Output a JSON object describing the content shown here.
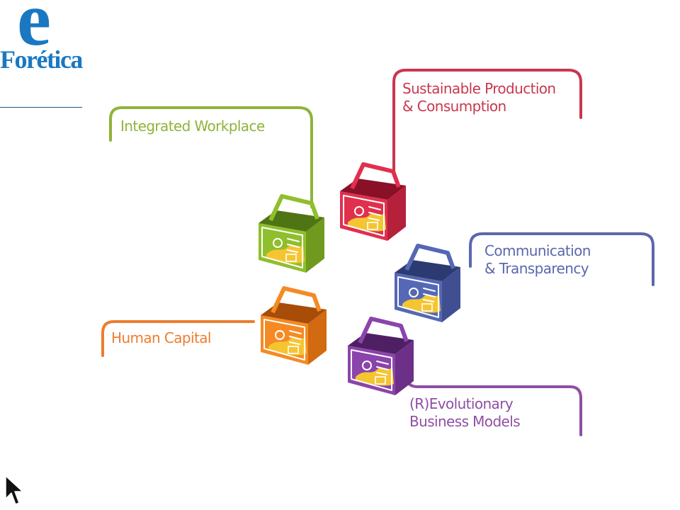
{
  "logo": {
    "letter": "e",
    "word": "Forética"
  },
  "categories": [
    {
      "key": "integrated-workplace",
      "label_lines": [
        "Integrated Workplace"
      ],
      "color": "#8fb339"
    },
    {
      "key": "sustainable-production",
      "label_lines": [
        "Sustainable Production",
        "& Consumption"
      ],
      "color": "#c9374f"
    },
    {
      "key": "communication-transparency",
      "label_lines": [
        "Communication",
        "& Transparency"
      ],
      "color": "#5b67ad"
    },
    {
      "key": "human-capital",
      "label_lines": [
        "Human Capital"
      ],
      "color": "#ed7d2f"
    },
    {
      "key": "evolutionary-business-models",
      "label_lines": [
        "(R)Evolutionary",
        "Business Models"
      ],
      "color": "#8e4fa3"
    }
  ],
  "box_colors": {
    "integrated-workplace": {
      "front": "#8fbf2c",
      "side": "#6f9a1e",
      "dark": "#4f7414"
    },
    "sustainable-production": {
      "front": "#e0304e",
      "side": "#b5203b",
      "dark": "#8a1028"
    },
    "communication-transparency": {
      "front": "#5468b5",
      "side": "#3f4f92",
      "dark": "#2c3a72"
    },
    "human-capital": {
      "front": "#f58a24",
      "side": "#d26a12",
      "dark": "#a84d08"
    },
    "evolutionary-business-models": {
      "front": "#8b44ac",
      "side": "#6d3088",
      "dark": "#4f1f64"
    }
  },
  "accent": "#f5c531"
}
